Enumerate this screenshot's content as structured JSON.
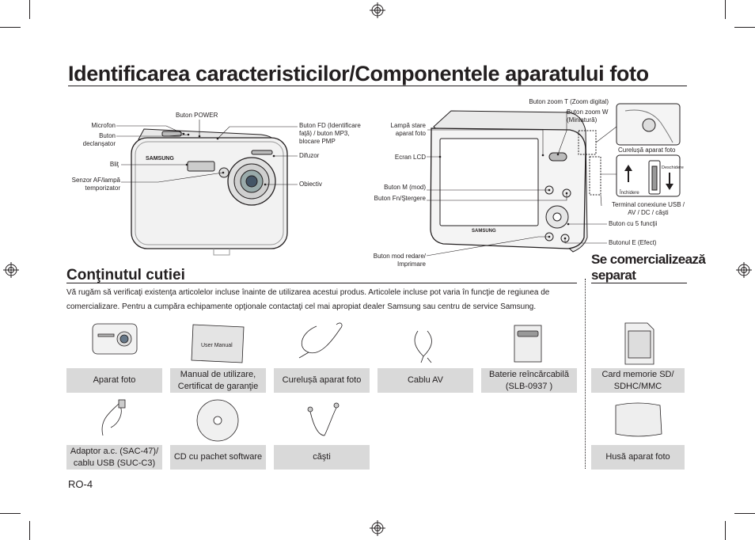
{
  "page": {
    "title": "Identificarea caracteristicilor/Componentele aparatului foto",
    "page_number": "RO-4"
  },
  "front_labels": {
    "microfon": "Microfon",
    "buton_declansator": "Buton declanşator",
    "buton_power": "Buton POWER",
    "blit": "Bliţ",
    "senzor": "Senzor AF/lampă temporizator",
    "buton_fd": "Buton FD (Identificare faţă) / buton MP3, blocare PMP",
    "difuzor": "Difuzor",
    "obiectiv": "Obiectiv"
  },
  "back_labels": {
    "zoom_t": "Buton zoom T (Zoom digital)",
    "zoom_w": "Buton zoom W (Miniatură)",
    "lampa_stare": "Lampă stare aparat foto",
    "ecran_lcd": "Ecran LCD",
    "buton_m": "Buton M (mod)",
    "buton_fn": "Buton Fn/Ştergere",
    "buton_mod_redare": "Buton mod redare/ Imprimare",
    "cureluse": "Curelușă aparat foto",
    "terminal": "Terminal conexiune USB / AV / DC / căşti",
    "buton_5": "Buton cu 5 funcţii",
    "buton_e": "Butonul E (Efect)",
    "inchidere": "Închidere",
    "deschidere": "Deschidere"
  },
  "brand": "SAMSUNG",
  "box_section": {
    "title": "Conţinutul cutiei",
    "intro": "Vă rugăm să verificaţi existenţa articolelor incluse înainte de utilizarea acestui produs. Articolele incluse pot varia în funcţie de regiunea de comercializare. Pentru a cumpăra echipamente opţionale contactaţi cel mai apropiat dealer Samsung sau centru de service Samsung.",
    "items": [
      "Aparat foto",
      "Manual de utilizare, Certificat de garanţie",
      "Curelușă aparat foto",
      "Cablu AV",
      "Baterie reîncărcabilă (SLB-0937 )",
      "Adaptor a.c. (SAC-47)/ cablu USB (SUC-C3)",
      "CD cu pachet software",
      "căşti"
    ],
    "manual_cover": "User Manual"
  },
  "separate_section": {
    "title_line1": "Se comercializează",
    "title_line2": "separat",
    "items": [
      "Card memorie SD/ SDHC/MMC",
      "Husă aparat foto"
    ]
  }
}
